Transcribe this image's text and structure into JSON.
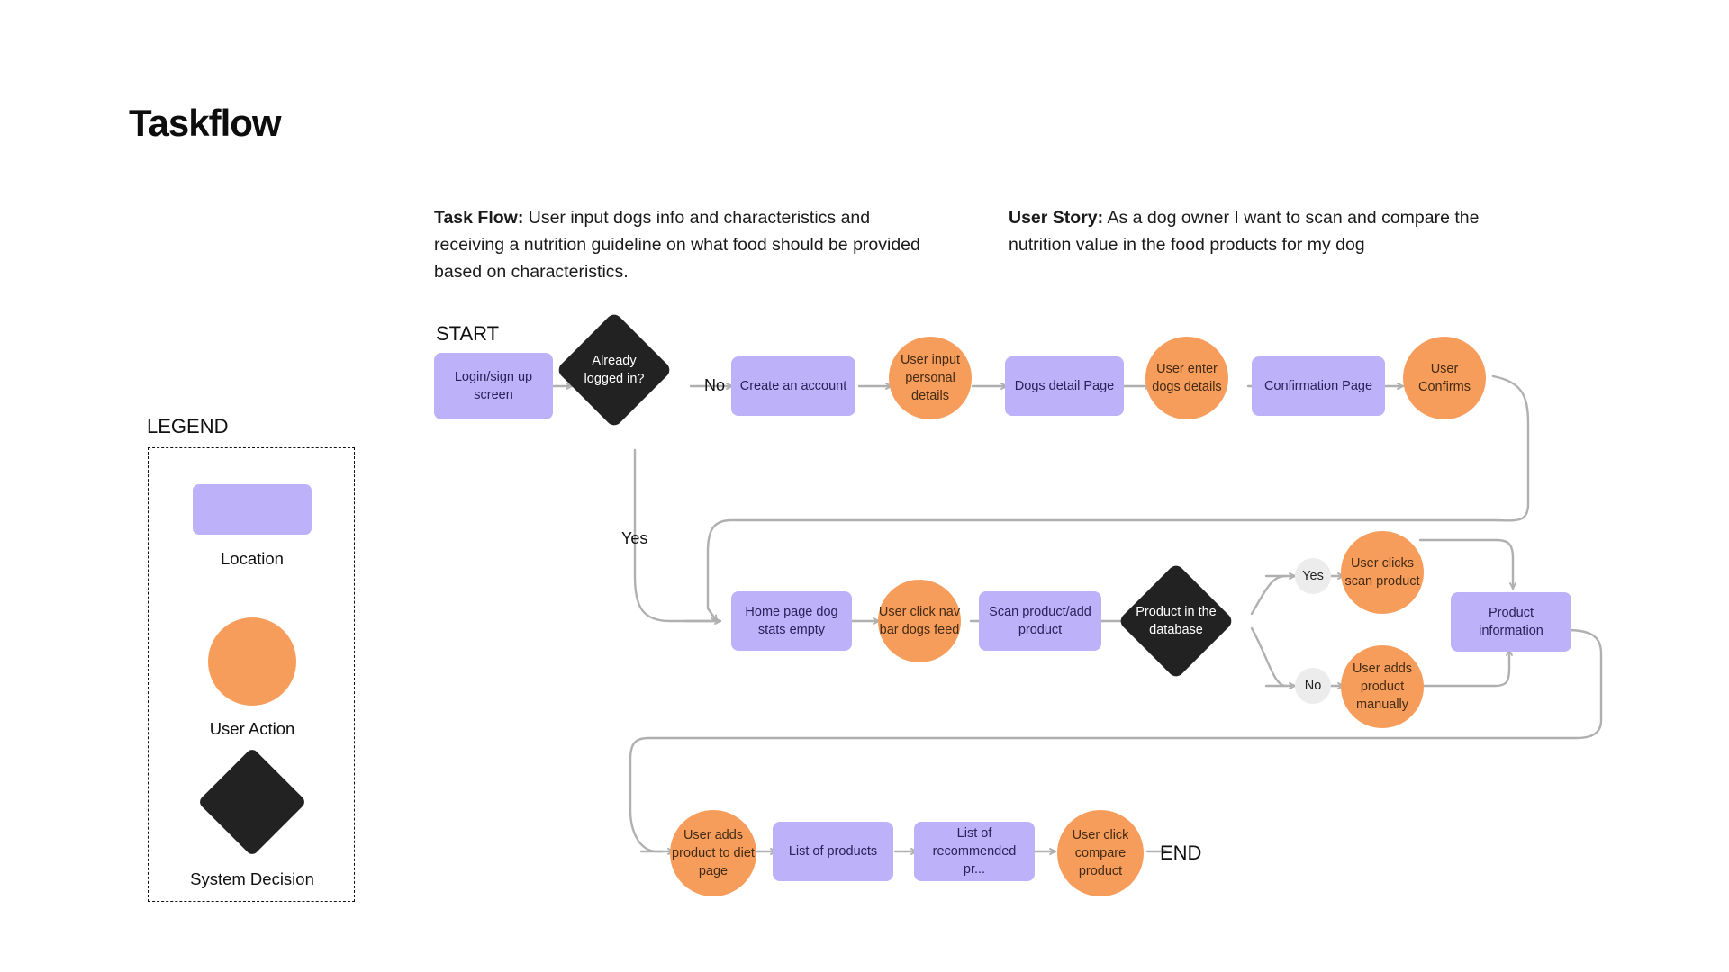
{
  "page": {
    "title": "Taskflow"
  },
  "intro": {
    "taskflow": {
      "label": "Task Flow:",
      "text": " User input dogs info and characteristics and receiving a nutrition guideline on what food should be provided based on characteristics."
    },
    "userstory": {
      "label": "User Story:",
      "text": " As a dog owner I want to scan and compare the nutrition value in the food products for my dog"
    }
  },
  "legend": {
    "title": "LEGEND",
    "items": [
      {
        "shape": "rect",
        "label": "Location"
      },
      {
        "shape": "circle",
        "label": "User Action"
      },
      {
        "shape": "diamond",
        "label": "System Decision"
      }
    ]
  },
  "terminals": {
    "start": "START",
    "end": "END"
  },
  "branch_labels": {
    "logged_in_no": "No",
    "logged_in_yes": "Yes",
    "in_db_yes": "Yes",
    "in_db_no": "No"
  },
  "colors": {
    "location": "#bdb2fa",
    "user_action": "#f79d5c",
    "system_decision": "#222222",
    "connector": "#b0b0b0",
    "location_text": "#2a2158",
    "action_text": "#432a12",
    "decision_text": "#ffffff",
    "pill_bg": "#ececec"
  },
  "flow": {
    "row1": [
      {
        "id": "login",
        "type": "location",
        "label": "Login/sign up screen"
      },
      {
        "id": "already",
        "type": "system_decision",
        "label": "Already logged in?"
      },
      {
        "id": "create",
        "type": "location",
        "label": "Create an account"
      },
      {
        "id": "personal",
        "type": "user_action",
        "label": "User input personal details"
      },
      {
        "id": "dogsdetail",
        "type": "location",
        "label": "Dogs detail Page"
      },
      {
        "id": "enterdogs",
        "type": "user_action",
        "label": "User enter dogs details"
      },
      {
        "id": "confirmpage",
        "type": "location",
        "label": "Confirmation Page"
      },
      {
        "id": "userconfirms",
        "type": "user_action",
        "label": "User Confirms"
      }
    ],
    "row2": [
      {
        "id": "homepage",
        "type": "location",
        "label": "Home page dog stats empty"
      },
      {
        "id": "navbar",
        "type": "user_action",
        "label": "User click nav bar dogs feed"
      },
      {
        "id": "scanadd",
        "type": "location",
        "label": "Scan product/add product"
      },
      {
        "id": "indb",
        "type": "system_decision",
        "label": "Product in the database"
      },
      {
        "id": "scanprod",
        "type": "user_action",
        "label": "User clicks scan product"
      },
      {
        "id": "addmanual",
        "type": "user_action",
        "label": "User adds product manually"
      },
      {
        "id": "prodinfo",
        "type": "location",
        "label": "Product information"
      }
    ],
    "row3": [
      {
        "id": "adddiet",
        "type": "user_action",
        "label": "User adds product to diet page"
      },
      {
        "id": "listprod",
        "type": "location",
        "label": "List of products"
      },
      {
        "id": "listrec",
        "type": "location",
        "label": "List of recommended pr..."
      },
      {
        "id": "compare",
        "type": "user_action",
        "label": "User click compare product"
      }
    ]
  }
}
